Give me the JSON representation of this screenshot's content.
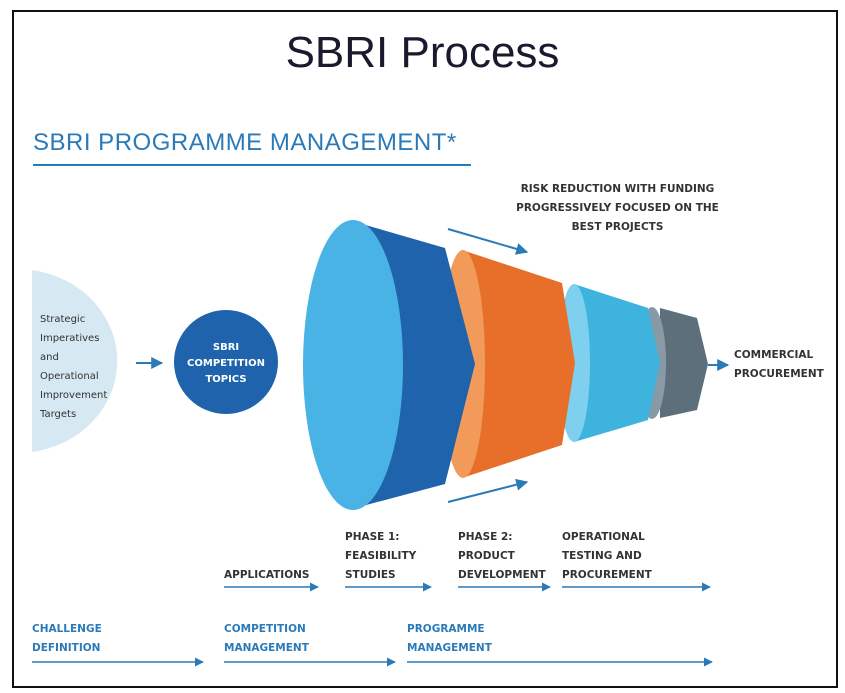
{
  "title": "SBRI Process",
  "subtitle": "SBRI PROGRAMME MANAGEMENT*",
  "left_block": "Strategic\nImperatives\nand\nOperational\nImprovement\nTargets",
  "topics_circle": "SBRI\nCOMPETITION\nTOPICS",
  "risk_note": "RISK REDUCTION WITH FUNDING\nPROGRESSIVELY FOCUSED ON THE\nBEST PROJECTS",
  "commercial": "COMMERCIAL\nPROCUREMENT",
  "phases": [
    {
      "label": "APPLICATIONS"
    },
    {
      "label": "PHASE 1:\nFEASIBILITY\nSTUDIES"
    },
    {
      "label": "PHASE 2:\nPRODUCT\nDEVELOPMENT"
    },
    {
      "label": "OPERATIONAL\nTESTING AND\nPROCUREMENT"
    }
  ],
  "management": [
    {
      "label": "CHALLENGE\nDEFINITION"
    },
    {
      "label": "COMPETITION\nMANAGEMENT"
    },
    {
      "label": "PROGRAMME\nMANAGEMENT"
    }
  ],
  "colors": {
    "light_blue": "#d6e8f2",
    "dark_blue": "#1f63ad",
    "cyan": "#4ab3e6",
    "orange": "#e76f2a",
    "orange_light": "#f19a5a",
    "teal": "#3db3dd",
    "teal_light": "#7fd0ee",
    "slate": "#5d6f7a",
    "slate_light": "#889aa6",
    "arrow": "#2a7ab8"
  }
}
